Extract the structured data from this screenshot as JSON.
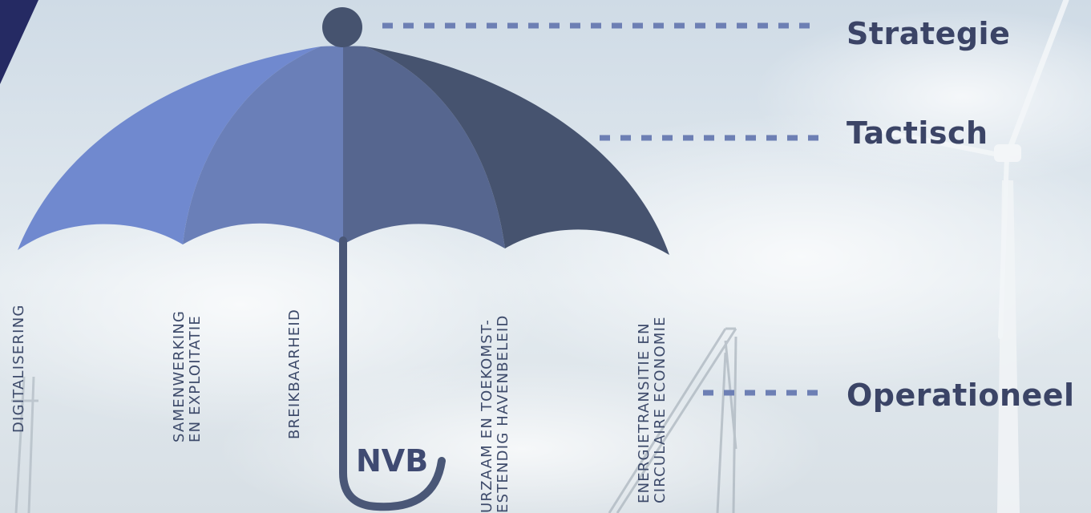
{
  "levels": {
    "strategie": "Strategie",
    "tactisch": "Tactisch",
    "operationeel": "Operationeel"
  },
  "pillars": [
    {
      "lines": [
        "DIGITALISERING"
      ]
    },
    {
      "lines": [
        "SAMENWERKING",
        "EN EXPLOITATIE"
      ]
    },
    {
      "lines": [
        "BREIKBAARHEID"
      ]
    },
    {
      "lines": [
        "URZAAM EN TOEKOMST-",
        "ESTENDIG HAVENBELEID"
      ]
    },
    {
      "lines": [
        "ENERGIETRANSITIE EN",
        "CIRCULAIRE ECONOMIE"
      ]
    }
  ],
  "logo_text": "NVB",
  "colors": {
    "panel_light": "#7089cf",
    "panel_mid": "#6a7fb8",
    "panel_dark_mid": "#56668f",
    "panel_dark": "#46536f",
    "handle": "#4a5777",
    "dash": "#6d7fb4",
    "label": "#3b4466",
    "corner": "#252a63"
  }
}
